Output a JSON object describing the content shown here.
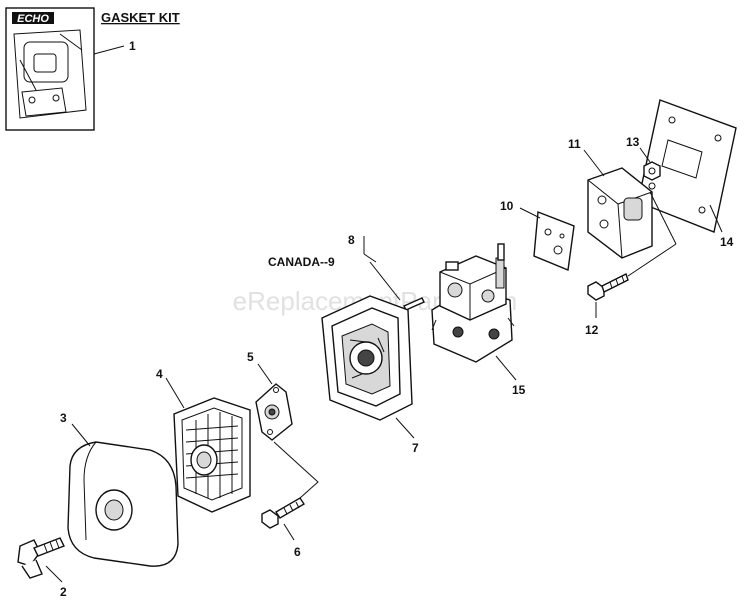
{
  "brand": {
    "logo_text": "ECHO"
  },
  "kit": {
    "title": "GASKET KIT",
    "callout": "1"
  },
  "watermark": "eReplacementParts.com",
  "callouts": {
    "c2": "2",
    "c3": "3",
    "c4": "4",
    "c5": "5",
    "c6": "6",
    "c7": "7",
    "c8": "8",
    "c9": "CANADA--9",
    "c10": "10",
    "c11": "11",
    "c12": "12",
    "c13": "13",
    "c14": "14",
    "c15": "15"
  },
  "colors": {
    "line": "#111111",
    "watermark": "#c9c9c9",
    "background": "#ffffff"
  }
}
